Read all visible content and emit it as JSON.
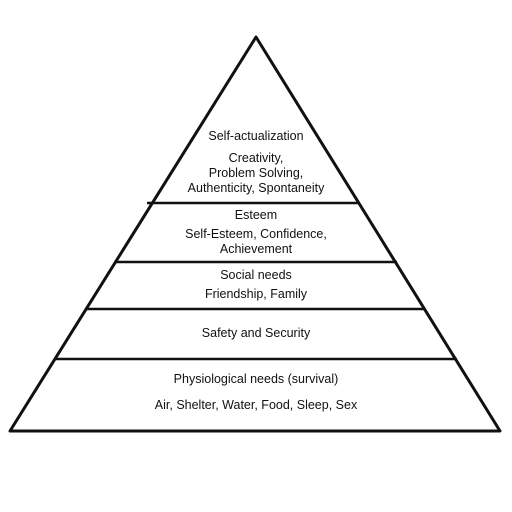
{
  "pyramid": {
    "levels": [
      {
        "title": "Self-actualization",
        "detail": "Creativity,\nProblem Solving,\nAuthenticity, Spontaneity"
      },
      {
        "title": "Esteem",
        "detail": "Self-Esteem, Confidence,\nAchievement"
      },
      {
        "title": "Social needs",
        "detail": "Friendship, Family"
      },
      {
        "title": "Safety and Security",
        "detail": ""
      },
      {
        "title": "Physiological needs (survival)",
        "detail": "Air, Shelter, Water, Food, Sleep, Sex"
      }
    ]
  }
}
